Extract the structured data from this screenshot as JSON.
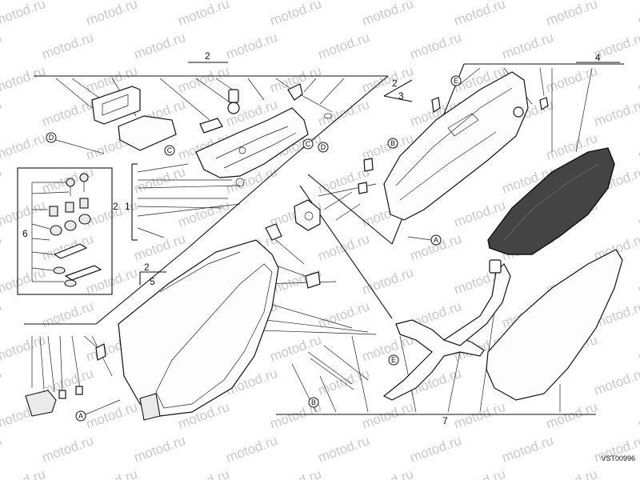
{
  "watermark": "motod.ru",
  "callouts": {
    "n2a": "2",
    "n4": "4",
    "n2b": "2",
    "n3": "3",
    "n2c": "2",
    "n1": "1",
    "n6": "6",
    "n2d": "2",
    "n5": "5",
    "n7": "7"
  },
  "letters": {
    "D": "D",
    "C": "C",
    "E": "E",
    "B": "B",
    "A": "A"
  },
  "drawing_code": "VST00996"
}
